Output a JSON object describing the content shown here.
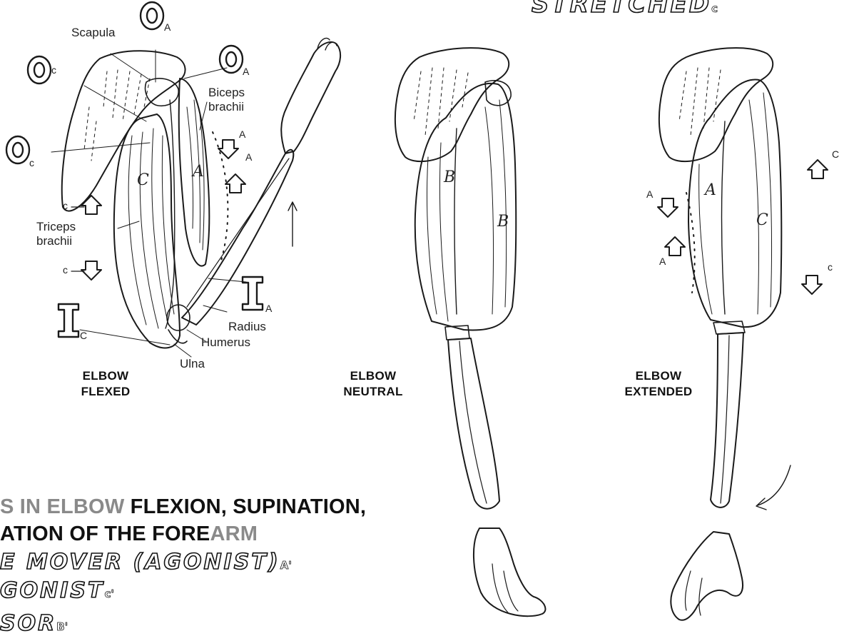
{
  "top_word": "STRETCHED",
  "top_word_sub": "c",
  "labels": {
    "scapula": "Scapula",
    "biceps_1": "Biceps",
    "biceps_2": "brachii",
    "triceps_1": "Triceps",
    "triceps_2": "brachii",
    "radius": "Radius",
    "humerus": "Humerus",
    "ulna": "Ulna"
  },
  "captions": {
    "flexed_1": "ELBOW",
    "flexed_2": "FLEXED",
    "neutral_1": "ELBOW",
    "neutral_2": "NEUTRAL",
    "extended_1": "ELBOW",
    "extended_2": "EXTENDED"
  },
  "markers": {
    "o": "O",
    "i": "I",
    "sub_a": "A",
    "sub_c": "C",
    "a": "A",
    "b": "B",
    "c": "C",
    "c_lower": "c"
  },
  "title_line1_a": "S IN ELBOW ",
  "title_line1_b": "FLEXION, SUPIN",
  "title_line1_c": "ATION,",
  "title_line2_a": "ATION OF THE FORE",
  "title_line2_b": "ARM",
  "legend_1": "E MOVER (AGONIST)",
  "legend_1_sub": "A'",
  "legend_2": "GONIST",
  "legend_2_sub": "c'",
  "legend_3": "SOR",
  "legend_3_sub": "B'"
}
